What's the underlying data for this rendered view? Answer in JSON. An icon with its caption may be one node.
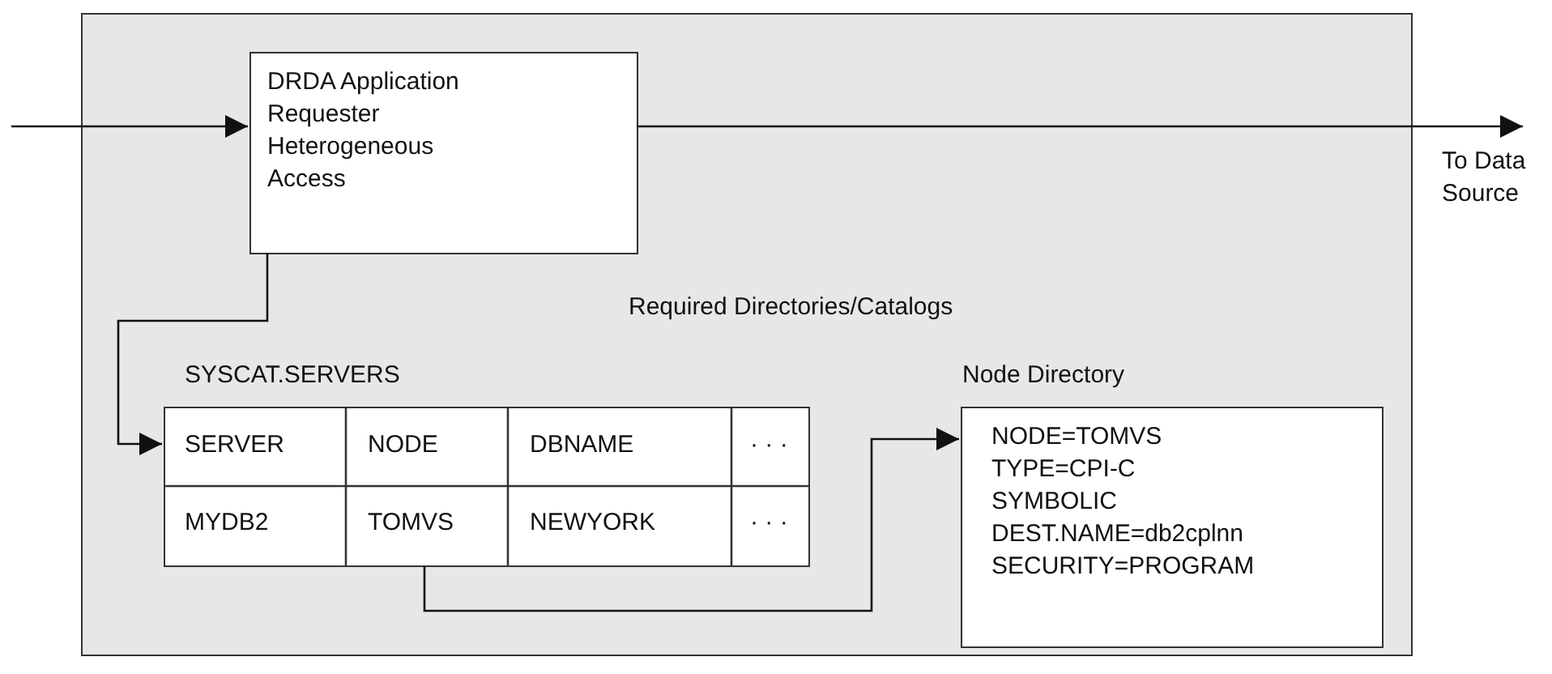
{
  "diagram": {
    "nodes": [
      {
        "text": [],
        "shape": "box"
      },
      {
        "text": [
          "DRDA Application Requester Heterogeneous Access"
        ],
        "in": 0
      },
      {
        "text": [
          "To Data Source"
        ]
      },
      {
        "text": [
          "SYSCAT.SERVERS"
        ],
        "in": 0
      },
      {
        "text": [
          "Node Directory",
          "NODE=TOMVS",
          "TYPE=CPI-C",
          "SYMBOLIC DEST.NAME=db2cplnn",
          "SECURITY=PROGRAM"
        ],
        "in": 0
      }
    ],
    "edges": [
      {
        "from": null,
        "to": 1,
        "arrow": "to"
      },
      {
        "from": 1,
        "to": 2,
        "arrow": "to"
      },
      {
        "from": 1,
        "to": 3,
        "arrow": "to"
      },
      {
        "from": 3,
        "to": 4,
        "arrow": "to"
      }
    ],
    "labels": [
      "Required Directories/Catalogs",
      "SERVER",
      "NODE",
      "DBNAME",
      "· · ·",
      "MYDB2",
      "TOMVS",
      "NEWYORK",
      "· · ·"
    ]
  }
}
